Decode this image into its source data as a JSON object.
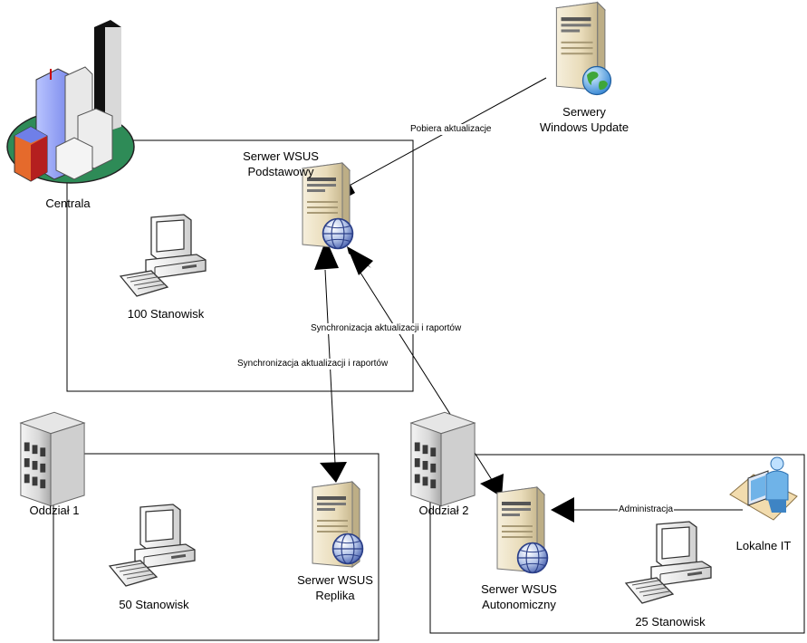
{
  "nodes": {
    "centrala": "Centrala",
    "windows_update": {
      "line1": "Serwery",
      "line2": "Windows Update"
    },
    "wsus_primary": {
      "line1": "Serwer WSUS",
      "line2": "Podstawowy"
    },
    "ws_100": "100 Stanowisk",
    "oddzial_1": "Oddział 1",
    "ws_50": "50 Stanowisk",
    "wsus_replica": {
      "line1": "Serwer WSUS",
      "line2": "Replika"
    },
    "oddzial_2": "Oddział 2",
    "wsus_autonomous": {
      "line1": "Serwer WSUS",
      "line2": "Autonomiczny"
    },
    "ws_25": "25 Stanowisk",
    "local_it": "Lokalne IT"
  },
  "edges": {
    "downloads_updates": "Pobiera aktualizacje",
    "sync_replica": "Synchronizacja aktualizacji i raportów",
    "sync_autonomous": "Synchronizacja aktualizacji i raportów",
    "administration": "Administracja"
  }
}
